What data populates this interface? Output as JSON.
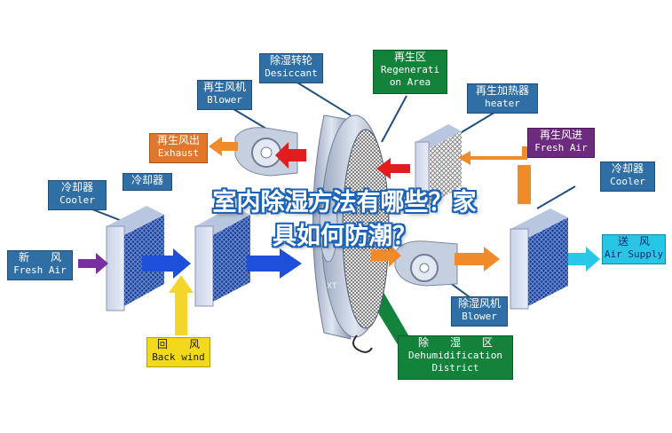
{
  "labels": {
    "desiccant": {
      "zh": "除湿转轮",
      "en": "Desiccant"
    },
    "regeneration_area": {
      "zh": "再生区",
      "en1": "Regenerati",
      "en2": "on Area"
    },
    "regen_blower": {
      "zh": "再生风机",
      "en": "Blower"
    },
    "regen_heater": {
      "zh": "再生加热器",
      "en": "heater"
    },
    "exhaust": {
      "zh": "再生风出",
      "en": "Exhaust"
    },
    "regen_fresh_air": {
      "zh": "再生风进",
      "en": "Fresh Air"
    },
    "cooler_left": {
      "zh": "冷却器",
      "en": "Cooler"
    },
    "cooler_mid": {
      "zh": "冷却器"
    },
    "cooler_right": {
      "zh": "冷却器",
      "en": "Cooler"
    },
    "fresh_air": {
      "zh": "新　　风",
      "en": "Fresh Air"
    },
    "air_supply": {
      "zh": "送　风",
      "en": "Air Supply"
    },
    "back_wind": {
      "zh": "回　　风",
      "en": "Back wind"
    },
    "dehum_blower": {
      "zh": "除湿风机",
      "en": "Blower"
    },
    "dehum_district": {
      "zh": "除　　湿　　区",
      "en1": "Dehumidification",
      "en2": "District"
    }
  },
  "overlay_title": {
    "line1": "室内除湿方法有哪些？家",
    "line2": "具如何防潮？"
  },
  "watermark": "XT",
  "colors": {
    "blue_label": "#2f6fa5",
    "orange_label": "#e0772b",
    "purple_label": "#6c2b7f",
    "yellow_label": "#f3d91b",
    "green_label": "#13833b",
    "cyan_label": "#27c6e6",
    "title_outline": "#1c63b8"
  }
}
